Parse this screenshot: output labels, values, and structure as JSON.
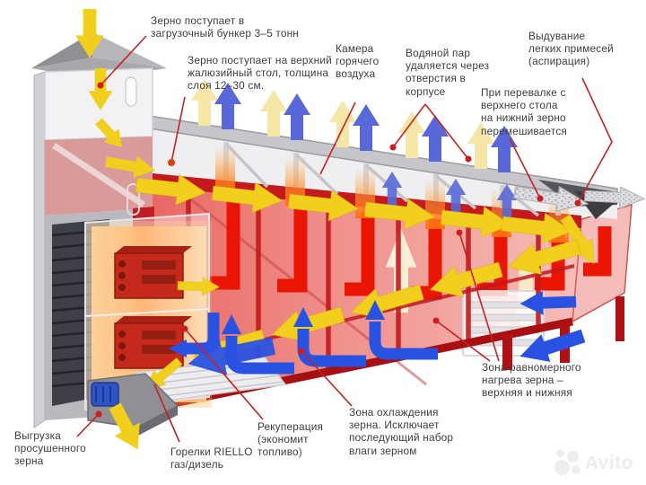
{
  "figure": {
    "title_hint": "grain dryer process diagram",
    "callouts": [
      {
        "id": "loading-hopper",
        "lines": [
          "Зерно поступает в",
          "загрузочный бункер 3–5 тонн"
        ]
      },
      {
        "id": "upper-table",
        "lines": [
          "Зерно поступает на верхний",
          "жалюзийный стол, толщина",
          "слоя 12–30 см."
        ]
      },
      {
        "id": "hot-air-chamber",
        "lines": [
          "Камера",
          "горячего",
          "воздуха"
        ]
      },
      {
        "id": "steam-vents",
        "lines": [
          "Водяной пар",
          "удаляется через",
          "отверстия в",
          "корпусе"
        ]
      },
      {
        "id": "aspiration",
        "lines": [
          "Выдувание",
          "легких примесей",
          "(аспирация)"
        ]
      },
      {
        "id": "mixing",
        "lines": [
          "При перевалке с",
          "верхнего стола",
          "на нижний зерно",
          "перемешивается"
        ]
      },
      {
        "id": "unloading",
        "lines": [
          "Выгрузка",
          "просушенного",
          "зерна"
        ]
      },
      {
        "id": "burners",
        "lines": [
          "Горелки RIELLO",
          "газ/дизель"
        ]
      },
      {
        "id": "recuperation",
        "lines": [
          "Рекуперация",
          "(экономит",
          "топливо)"
        ]
      },
      {
        "id": "cooling-zone",
        "lines": [
          "Зона охлаждения",
          "зерна. Исключает",
          "последующий набор",
          "влаги зерном"
        ]
      },
      {
        "id": "heating-zones",
        "lines": [
          "Зона равномерного",
          "нагрева зерна –",
          "верхняя и нижняя"
        ]
      }
    ],
    "watermark": "Avito",
    "colors": {
      "callout_red": "#c62222",
      "grain_yellow": "#f2cf1c",
      "hot_duct_red": "#ea1502",
      "cool_blue": "#2a52e2",
      "exhaust_cream": "#f6e6a8",
      "exhaust_blue": "#5868d8",
      "body_red": "#cc2325",
      "burner_orange": "#ff8b1e"
    }
  }
}
